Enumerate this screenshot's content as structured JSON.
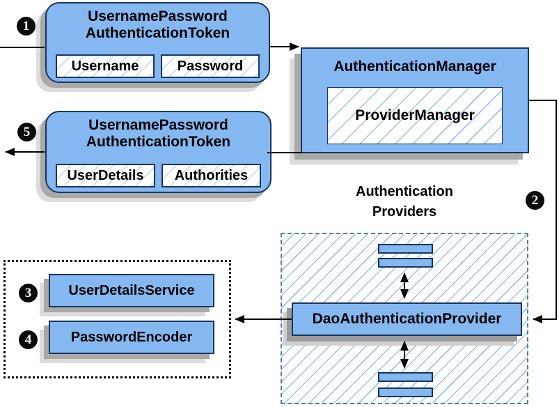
{
  "request_token": {
    "title_line1": "UsernamePassword",
    "title_line2": "AuthenticationToken",
    "fields": [
      "Username",
      "Password"
    ]
  },
  "auth_manager": {
    "title": "AuthenticationManager",
    "inner": "ProviderManager"
  },
  "response_token": {
    "title_line1": "UsernamePassword",
    "title_line2": "AuthenticationToken",
    "fields": [
      "UserDetails",
      "Authorities"
    ]
  },
  "providers": {
    "label_line1": "Authentication",
    "label_line2": "Providers",
    "dao": "DaoAuthenticationProvider"
  },
  "services": {
    "items": [
      "UserDetailsService",
      "PasswordEncoder"
    ]
  },
  "steps": [
    "1",
    "2",
    "3",
    "4",
    "5"
  ],
  "colors": {
    "box_fill": "#85b8f0",
    "box_border": "#17365d",
    "hatch_line": "#9cc3e8",
    "dashed_border": "#4a7ebd",
    "shadow": "#a9a9a9",
    "connector": "#000000",
    "badge_bg": "#0b0b0b"
  }
}
